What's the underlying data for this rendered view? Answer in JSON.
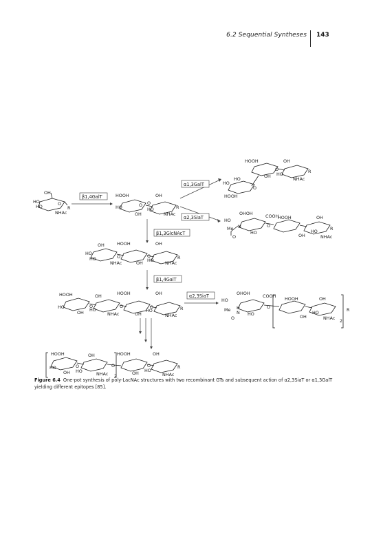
{
  "header": {
    "section_title": "6.2  Sequential Syntheses",
    "page_number": "143"
  },
  "scheme": {
    "enzymes": {
      "b14galt": "β1,4GalT",
      "a13galt": "α1,3GalT",
      "a23siat_1": "α2,3SiaT",
      "b13glcnact": "β1,3GlcNAcT",
      "b14galt_2": "β1,4GalT",
      "a23siat_2": "α2,3SiaT"
    },
    "labels": {
      "oh": "OH",
      "hooh": "HOOH",
      "ho": "HO",
      "o": "O",
      "r": "R",
      "nhac": "NHAc",
      "cooh": "COOH",
      "me": "Me",
      "n": "N",
      "h": "H",
      "ohoh": "OHOH",
      "hoh": "HOOH",
      "sub2": "2"
    }
  },
  "caption": {
    "label": "Figure 6.4",
    "text": "One-pot synthesis of poly-LacNAc structures with two recombinant GTs and subsequent action of α2,3SiaT or α1,3GalT yielding different epitopes [85]."
  }
}
